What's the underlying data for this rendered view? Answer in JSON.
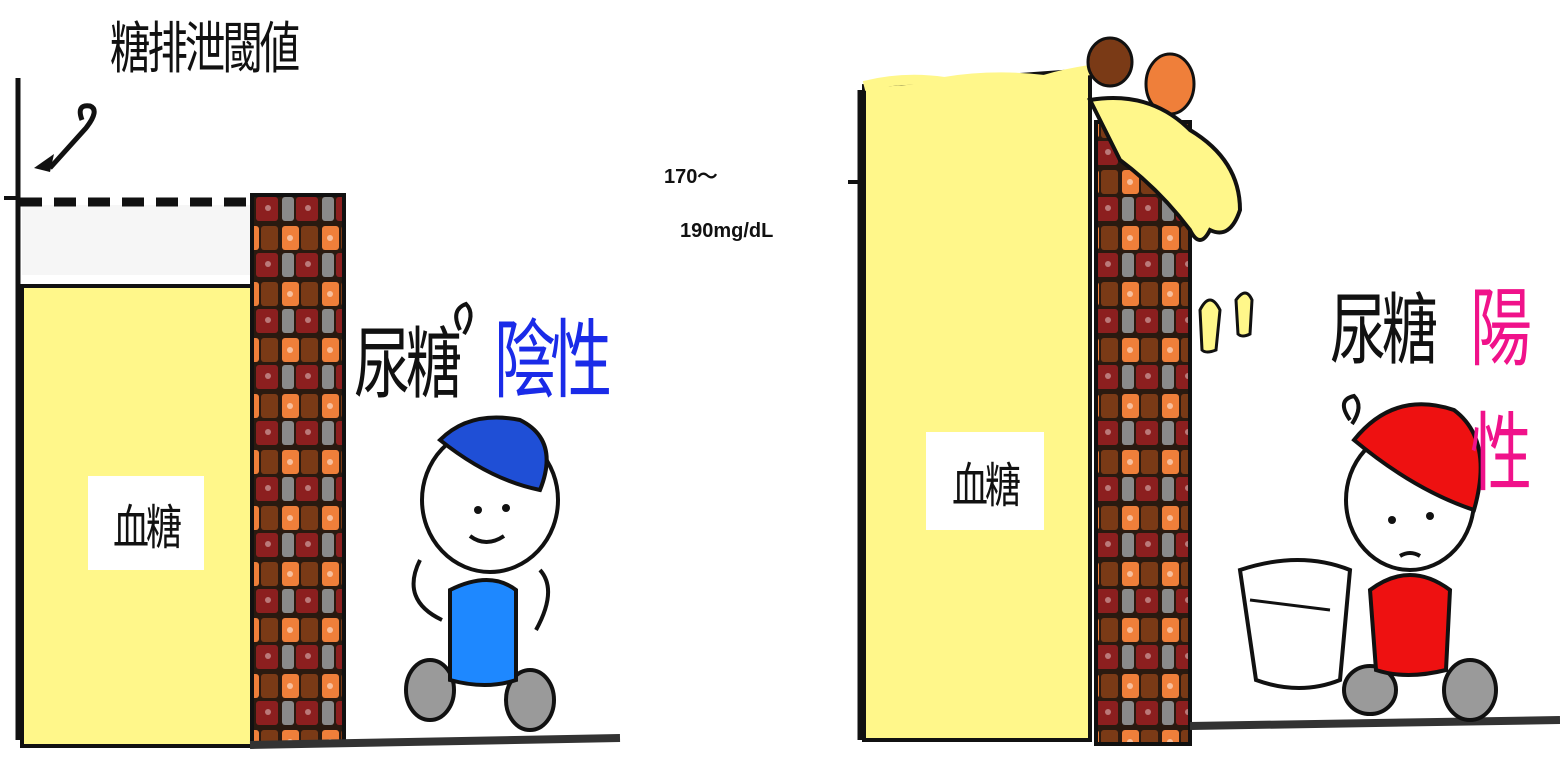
{
  "title": "糖排泄閾値",
  "threshold": {
    "line1": "170～",
    "line2": "190mg/dL"
  },
  "left_panel": {
    "box_label": "血糖",
    "urine_label": "尿糖",
    "result": "陰性",
    "result_color": "#1a2be8",
    "cap_color": "#1f4fd6",
    "overalls_color": "#1e88ff"
  },
  "right_panel": {
    "box_label": "血糖",
    "urine_label": "尿糖",
    "result": "陽性",
    "result_color": "#f0128a",
    "cap_color": "#ee1111",
    "shirt_color": "#ee1111"
  },
  "colors": {
    "blood_sugar_fill": "#fff78a",
    "brick_dark": "#7a3a16",
    "brick_orange": "#ef7f3a",
    "brick_gray": "#8a8a8a",
    "brick_red": "#8c1f1f"
  }
}
